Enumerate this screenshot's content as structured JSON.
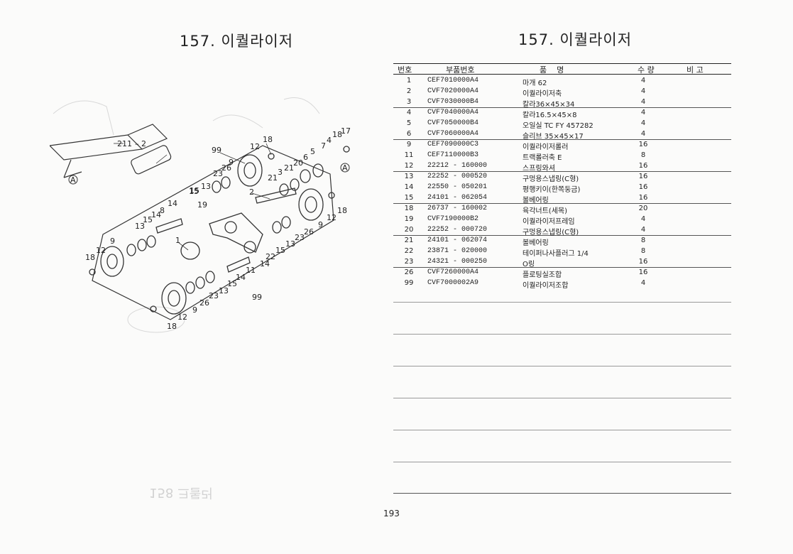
{
  "left_page": {
    "title": "157. 이퀄라이저",
    "bleed_text": "158 크롤러",
    "callouts": {
      "c1": "1",
      "c2": "2",
      "c211": "211",
      "c211b": "– 2",
      "cA1": "A",
      "cA2": "A",
      "c3": "3",
      "c4": "4",
      "c5": "5",
      "c6": "6",
      "c7": "7",
      "c8": "8",
      "c9a": "9",
      "c9b": "9",
      "c9c": "9",
      "c9d": "9",
      "c11": "11",
      "c12a": "12",
      "c12b": "12",
      "c12c": "12",
      "c12d": "12",
      "c13a": "13",
      "c13b": "13",
      "c13c": "13",
      "c13d": "13",
      "c13e": "13",
      "c14a": "14",
      "c14b": "14",
      "c14c": "14",
      "c14d": "14",
      "c15a": "15",
      "c15b": "15",
      "c15c": "15",
      "c15d": "15",
      "c17": "17",
      "c18a": "18",
      "c18b": "18",
      "c18c": "18",
      "c18d": "18",
      "c18e": "18",
      "c19": "19",
      "c20": "20",
      "c21a": "21",
      "c21b": "21",
      "c22": "22",
      "c23a": "23",
      "c23b": "23",
      "c23c": "23",
      "c26a": "26",
      "c26b": "26",
      "c26c": "26",
      "c99a": "99",
      "c99b": "99"
    }
  },
  "right_page": {
    "title": "157. 이퀄라이저",
    "headers": {
      "no": "번호",
      "part": "부품번호",
      "name": "품    명",
      "qty": "수 량",
      "note": "비 고"
    },
    "rows": [
      {
        "no": "1",
        "part": "CEF7010000A4",
        "name": "마개 62",
        "qty": "4"
      },
      {
        "no": "2",
        "part": "CVF7020000A4",
        "name": "이퀄라이저축",
        "qty": "4"
      },
      {
        "no": "3",
        "part": "CVF7030000B4",
        "name": "칼라36×45×34",
        "qty": "4"
      },
      {
        "no": "4",
        "part": "CVF7040000A4",
        "name": "칼라16.5×45×8",
        "qty": "4"
      },
      {
        "no": "5",
        "part": "CVF7050000B4",
        "name": "오일실 TC FY 457282",
        "qty": "4"
      },
      {
        "no": "6",
        "part": "CVF7060000A4",
        "name": "슬리브 35×45×17",
        "qty": "4"
      },
      {
        "no": "9",
        "part": "CEF7090000C3",
        "name": "이퀄라이저롤러",
        "qty": "16"
      },
      {
        "no": "11",
        "part": "CEF7110000B3",
        "name": "트랙롤러축 E",
        "qty": "8"
      },
      {
        "no": "12",
        "part": "22212 - 160000",
        "name": "스프링와셔",
        "qty": "16"
      },
      {
        "no": "13",
        "part": "22252 - 000520",
        "name": "구멍용스냅링(C형)",
        "qty": "16"
      },
      {
        "no": "14",
        "part": "22550 - 050201",
        "name": "평행키이(한쪽둥금)",
        "qty": "16"
      },
      {
        "no": "15",
        "part": "24101 - 062054",
        "name": "볼베어링",
        "qty": "16"
      },
      {
        "no": "18",
        "part": "26737 - 160002",
        "name": "육각너트(세목)",
        "qty": "20"
      },
      {
        "no": "19",
        "part": "CVF7190000B2",
        "name": "이퀄라이저프레임",
        "qty": "4"
      },
      {
        "no": "20",
        "part": "22252 - 000720",
        "name": "구멍용스냅링(C형)",
        "qty": "4"
      },
      {
        "no": "21",
        "part": "24101 - 062074",
        "name": "볼베어링",
        "qty": "8"
      },
      {
        "no": "22",
        "part": "23871 - 020000",
        "name": "테이퍼나사플러그 1/4",
        "qty": "8"
      },
      {
        "no": "23",
        "part": "24321 - 000250",
        "name": "O링",
        "qty": "16"
      },
      {
        "no": "26",
        "part": "CVF7260000A4",
        "name": "플로팅실조합",
        "qty": "16"
      },
      {
        "no": "99",
        "part": "CVF7000002A9",
        "name": "이퀄라이저조합",
        "qty": "4"
      }
    ],
    "page_number": "193"
  }
}
